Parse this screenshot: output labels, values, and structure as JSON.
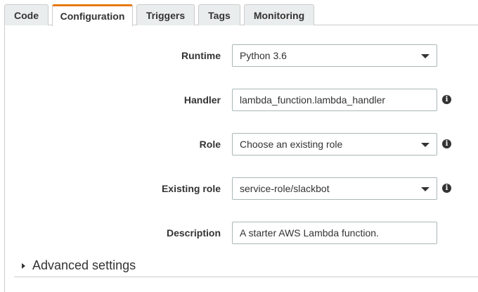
{
  "tabs": [
    {
      "label": "Code"
    },
    {
      "label": "Configuration",
      "active": true
    },
    {
      "label": "Triggers"
    },
    {
      "label": "Tags"
    },
    {
      "label": "Monitoring"
    }
  ],
  "accent_color": "#e47911",
  "form": {
    "runtime": {
      "label": "Runtime",
      "value": "Python 3.6"
    },
    "handler": {
      "label": "Handler",
      "value": "lambda_function.lambda_handler"
    },
    "role": {
      "label": "Role",
      "value": "Choose an existing role"
    },
    "existing_role": {
      "label": "Existing role",
      "value": "service-role/slackbot"
    },
    "description": {
      "label": "Description",
      "value": "A starter AWS Lambda function."
    }
  },
  "info_icon": "i",
  "advanced": {
    "label": "Advanced settings"
  }
}
